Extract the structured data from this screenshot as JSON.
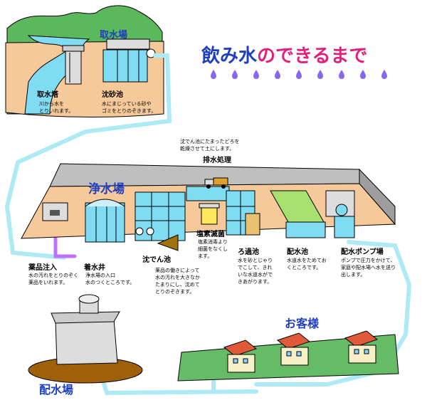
{
  "title": {
    "part1": "飲み水",
    "part2": "のできるまで",
    "color1": "#1f3fbf",
    "color2": "#e0207a"
  },
  "colors": {
    "pipe": "#aeeaf6",
    "water": "#7fdcf2",
    "plant_floor": "#f6c99a",
    "plant_wall": "#bfbfbf",
    "grass": "#66bb66",
    "roof": "#e05a3a"
  },
  "intake": {
    "area_label": "取水場",
    "tower": {
      "name": "取水塔",
      "desc": "川から水を\nとりいれます。"
    },
    "sand_basin": {
      "name": "沈砂池",
      "desc": "水にまじっている砂や\nゴミをとりのぞきます。"
    }
  },
  "purification": {
    "area_label": "浄水場",
    "drainage": {
      "name": "排水処理",
      "desc": "沈でん池にたまったどろを\n乾燥させて土にします。"
    },
    "chemical": {
      "name": "薬品注入",
      "desc": "水の汚れをとりのぞく\n薬品をいれます。"
    },
    "receiving_well": {
      "name": "着水井",
      "desc": "浄水場の入口\n水のつくところです。"
    },
    "settling": {
      "name": "沈でん池",
      "desc": "薬品の働きによって\n水の汚れを大きなか\nたまりにし、沈めて\nとりのぞきます。"
    },
    "chlorine": {
      "name": "塩素滅菌",
      "desc": "塩素消毒より\n細菌をなくし\nます。"
    },
    "filter": {
      "name": "ろ過池",
      "desc": "水を砂とじゃり\nでこして、きれ\nいな水道水がで\nきあがります。"
    },
    "clear_well": {
      "name": "配水池",
      "desc": "水道水をためてお\nくところです。"
    },
    "pump": {
      "name": "配水ポンプ場",
      "desc": "ポンプで圧力をかけて、\n家庭や配水場へ水を送り\n出します。"
    }
  },
  "customers_label": "お客様",
  "distribution_label": "配水場"
}
